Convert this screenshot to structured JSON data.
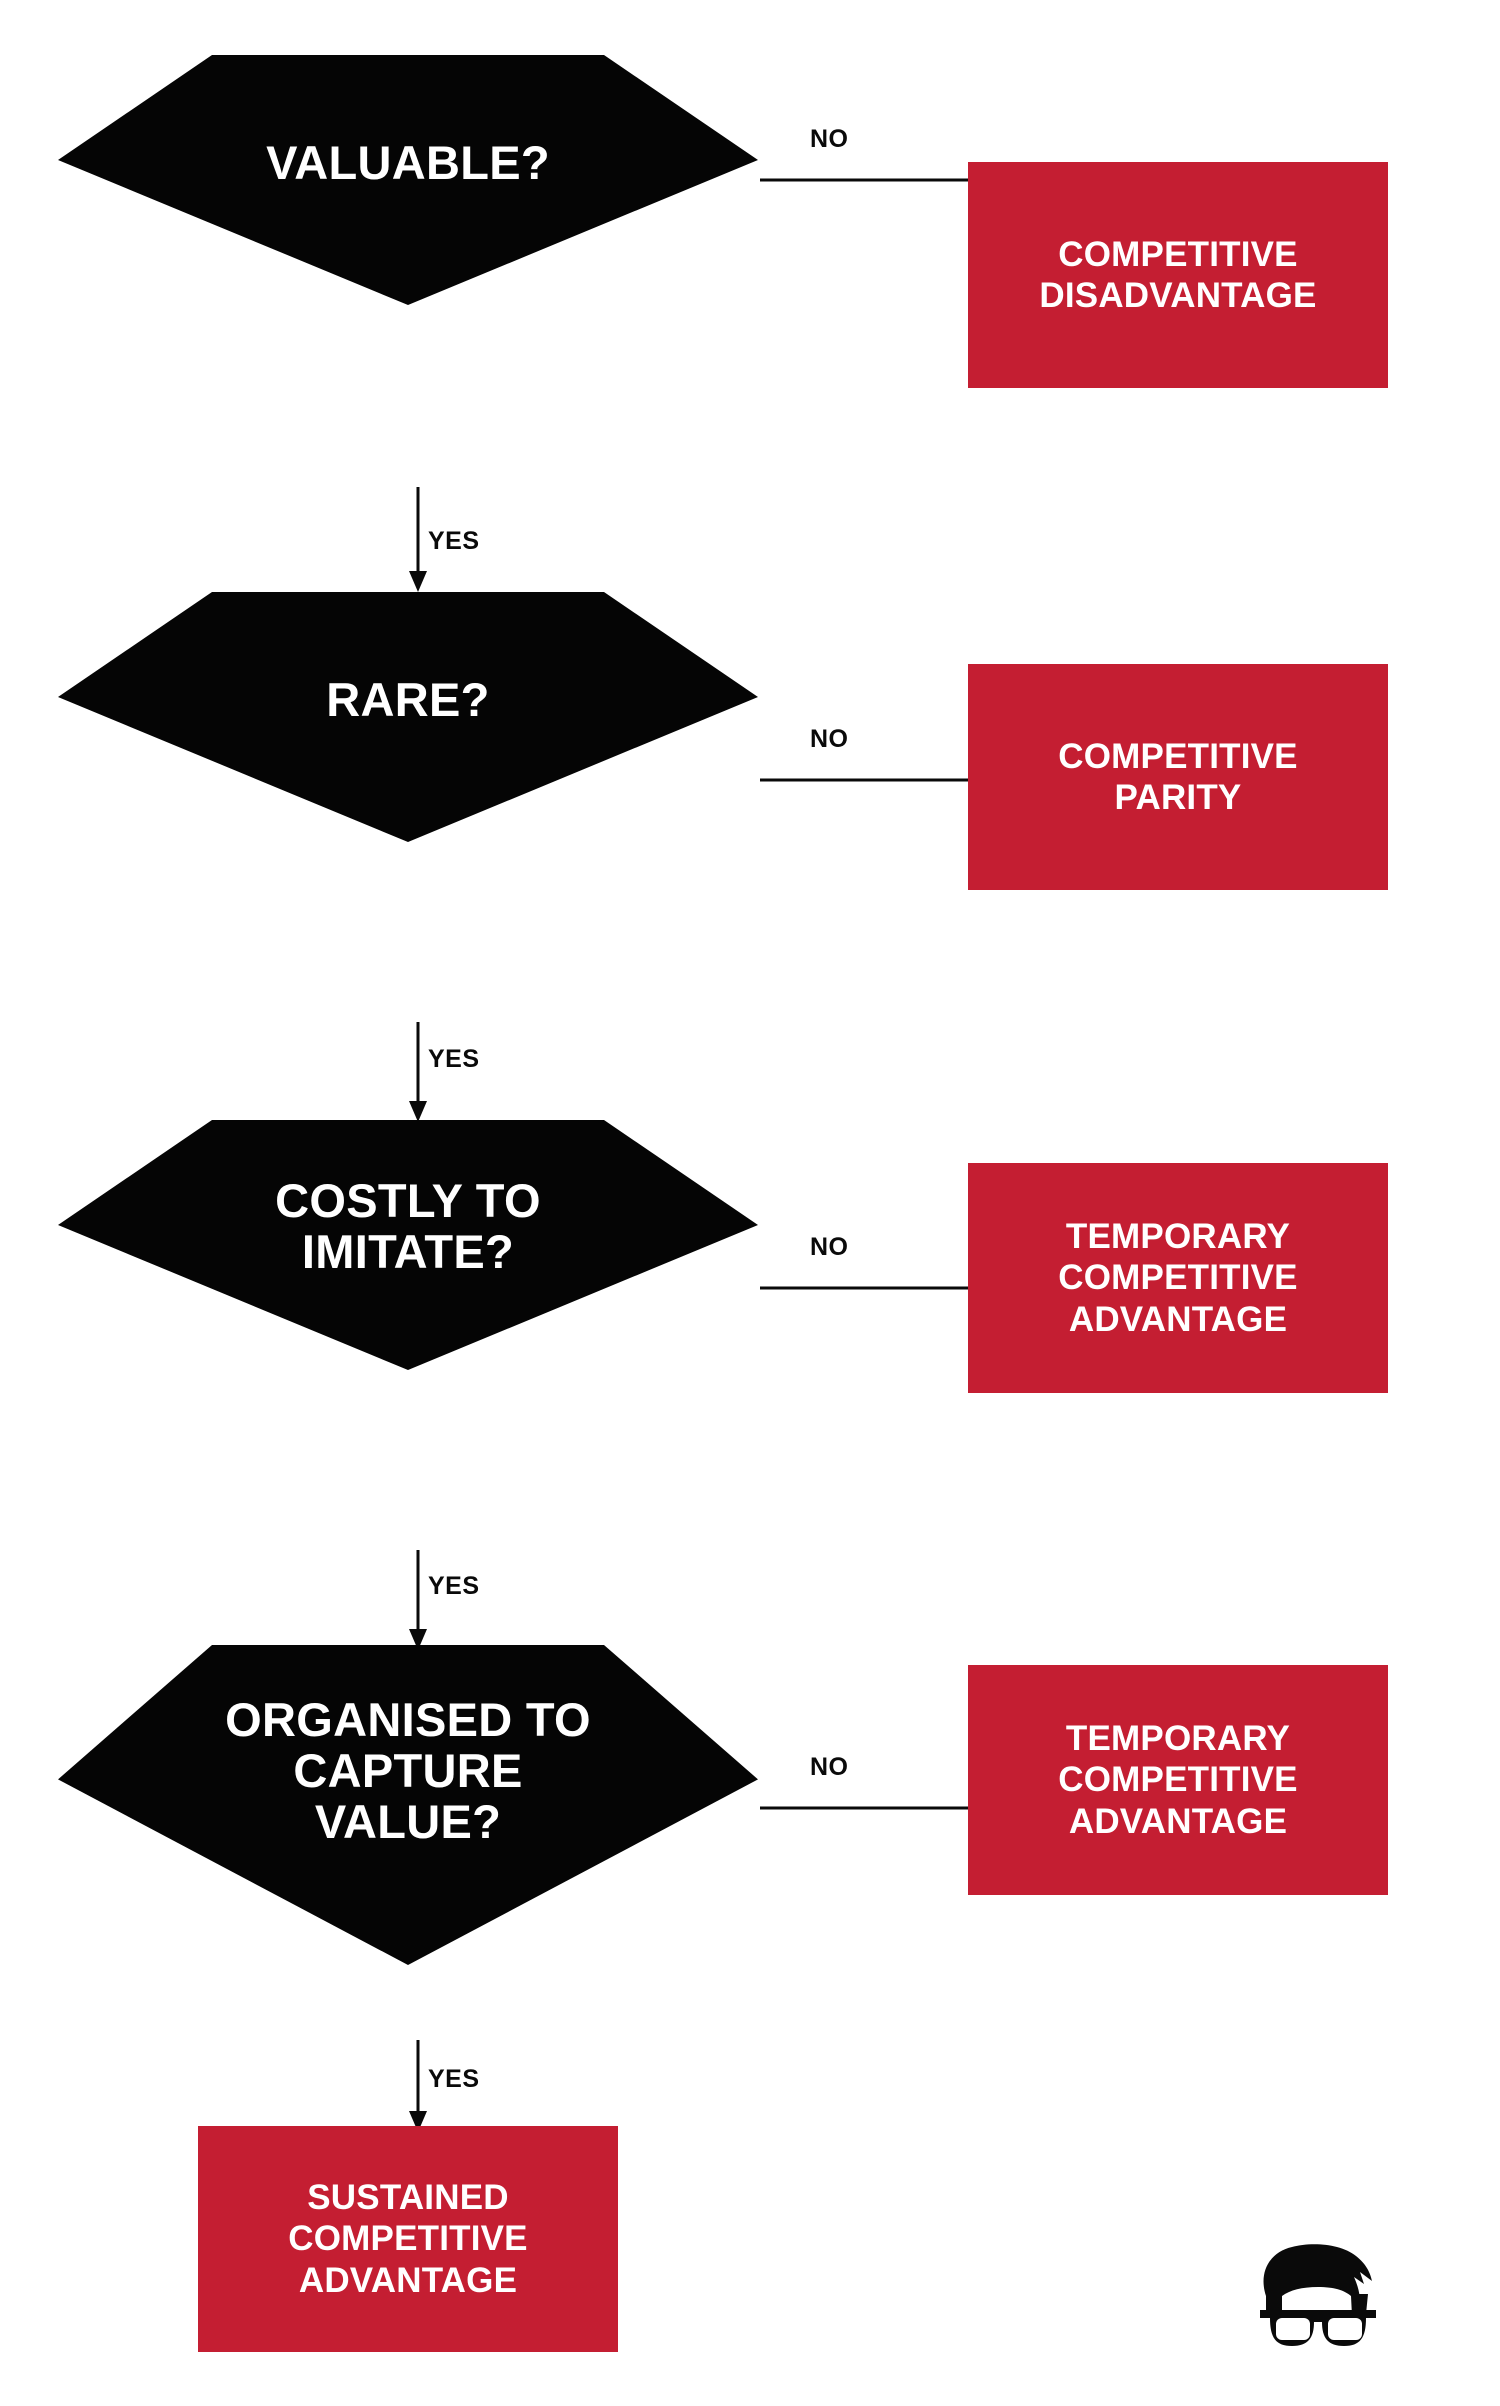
{
  "theme": {
    "background": "#ffffff",
    "decision_fill": "#050505",
    "decision_text": "#ffffff",
    "outcome_fill": "#C41E32",
    "outcome_text": "#ffffff",
    "connector_color": "#0a0a0a"
  },
  "decisions": [
    {
      "id": "valuable",
      "label": "VALUABLE?"
    },
    {
      "id": "rare",
      "label": "RARE?"
    },
    {
      "id": "imitate",
      "label": "COSTLY TO\nIMITATE?"
    },
    {
      "id": "organised",
      "label": "ORGANISED TO\nCAPTURE\nVALUE?"
    }
  ],
  "outcomes": [
    {
      "id": "disadvantage",
      "label": "COMPETITIVE\nDISADVANTAGE"
    },
    {
      "id": "parity",
      "label": "COMPETITIVE\nPARITY"
    },
    {
      "id": "temporary-advantage",
      "label": "TEMPORARY\nCOMPETITIVE\nADVANTAGE"
    },
    {
      "id": "temporary-advantage-2",
      "label": "TEMPORARY\nCOMPETITIVE\nADVANTAGE"
    },
    {
      "id": "sustained-advantage",
      "label": "SUSTAINED\nCOMPETITIVE\nADVANTAGE"
    }
  ],
  "edges": {
    "no_label": "NO",
    "yes_label": "YES",
    "no_1": "NO",
    "no_2": "NO",
    "no_3": "NO",
    "no_4": "NO",
    "yes_1": "YES",
    "yes_2": "YES",
    "yes_3": "YES",
    "yes_4": "YES"
  },
  "logo": {
    "name": "face-with-glasses-logo"
  }
}
